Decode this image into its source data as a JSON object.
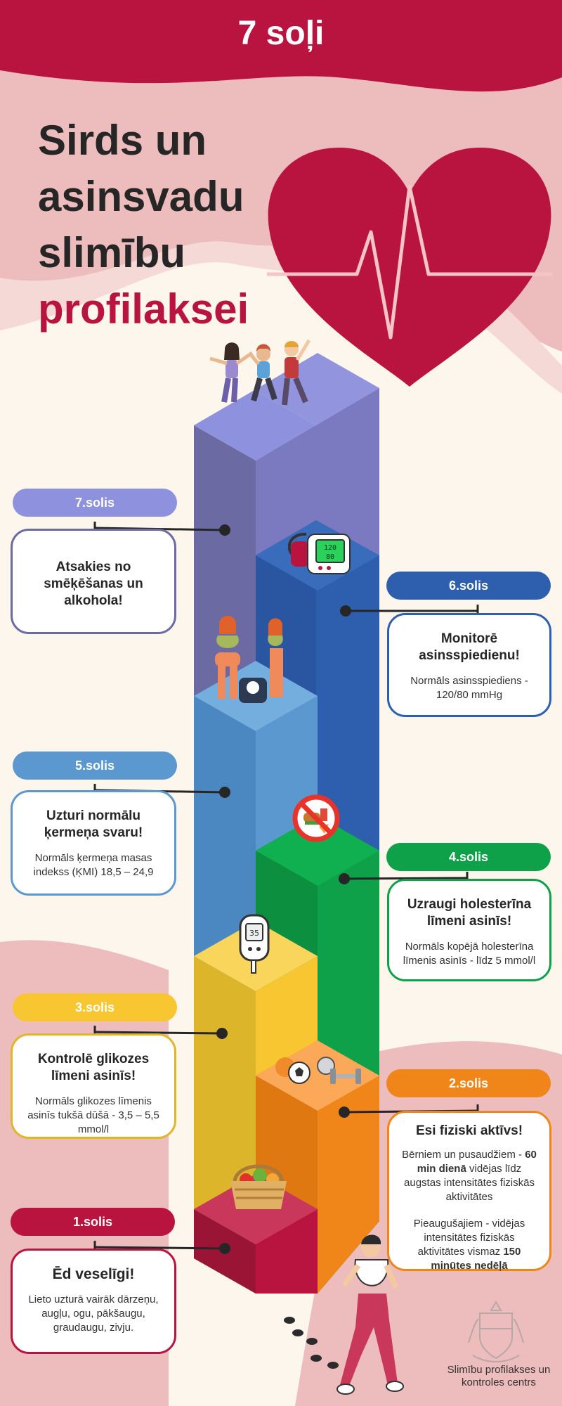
{
  "header": {
    "text": "7 soļi",
    "color": "#b8143f"
  },
  "title": {
    "line1": "Sirds un",
    "line2": "asinsvadu",
    "line3": "slimību",
    "line4": "profilaksei"
  },
  "steps": [
    {
      "label": "1.solis",
      "title": "Ēd veselīgi!",
      "desc": "Lieto uzturā vairāk dārzeņu, augļu, ogu, pākšaugu, graudaugu, zivju.",
      "color": "#b8143f",
      "icon": "vegetable-basket-icon"
    },
    {
      "label": "2.solis",
      "title": "Esi fiziski aktīvs!",
      "desc_a1": "Bērniem un pusaudžiem -",
      "desc_a_bold": "60 min dienā",
      "desc_a2": "vidējas līdz augstas intensitātes fiziskās aktivitātes",
      "desc_b1": "Pieaugušajiem - vidējas intensitātes fiziskās aktivitātes vismaz",
      "desc_b_bold": "150 minūtes nedēļā",
      "color": "#f0851a",
      "icon": "sports-equipment-icon"
    },
    {
      "label": "3.solis",
      "title": "Kontrolē glikozes līmeni asinīs!",
      "desc": "Normāls glikozes līmenis asinīs tukšā dūšā - 3,5 – 5,5 mmol/l",
      "color": "#f7c630",
      "icon": "glucometer-icon"
    },
    {
      "label": "4.solis",
      "title": "Uzraugi holesterīna līmeni asinīs!",
      "desc": "Normāls kopējā holesterīna līmenis asinīs - līdz 5 mmol/l",
      "color": "#0ea14a",
      "icon": "no-fast-food-icon"
    },
    {
      "label": "5.solis",
      "title": "Uzturi normālu ķermeņa svaru!",
      "desc": "Normāls ķermeņa masas indekss (ĶMI) 18,5 – 24,9",
      "color": "#5a98cf",
      "icon": "scale-icon"
    },
    {
      "label": "6.solis",
      "title": "Monitorē asinsspiedienu!",
      "desc": "Normāls asinsspiediens - 120/80 mmHg",
      "color": "#2e5fae",
      "icon": "blood-pressure-monitor-icon"
    },
    {
      "label": "7.solis",
      "title": "Atsakies no smēķēšanas un alkohola!",
      "color": "#8e91dd",
      "icon": "jumping-people-icon"
    }
  ],
  "meter": {
    "value": "35"
  },
  "bp_readout": {
    "sys": "120",
    "dia": "80"
  },
  "footer": {
    "org": "Slimību profilakses un kontroles centrs"
  }
}
